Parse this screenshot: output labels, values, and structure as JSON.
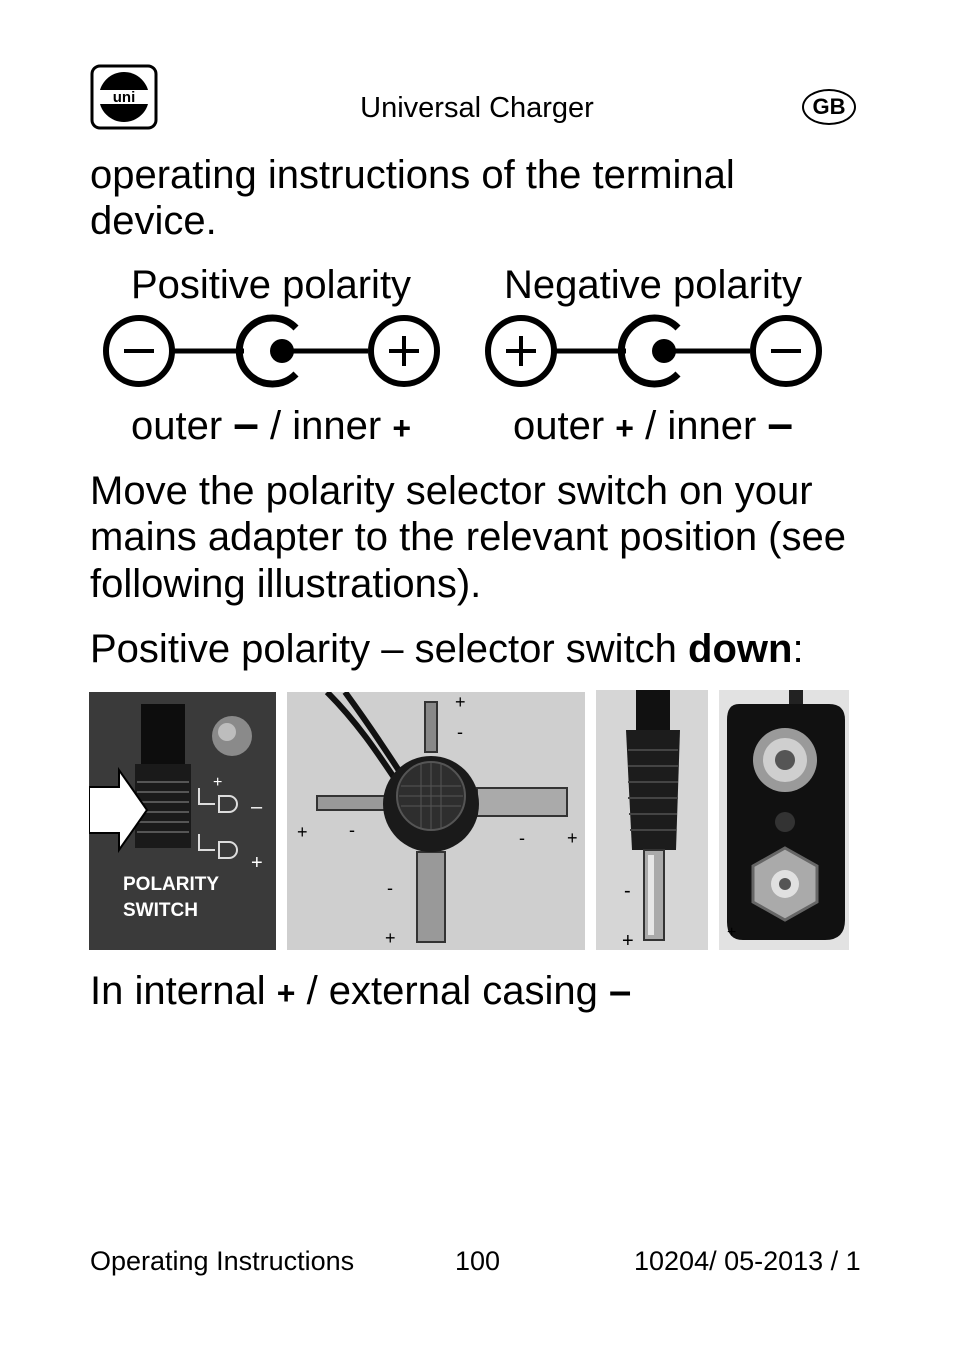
{
  "header": {
    "logo_text": "uni",
    "title": "Universal Charger",
    "lang_badge": "GB"
  },
  "intro_text": {
    "line1": "operating instructions of the terminal",
    "line2": "device."
  },
  "polarity": {
    "positive": {
      "heading": "Positive polarity",
      "outer_word": "outer",
      "outer_sign": "–",
      "sep": "/ inner",
      "inner_sign": "+"
    },
    "negative": {
      "heading": "Negative polarity",
      "outer_word": "outer",
      "outer_sign": "+",
      "sep": "/ inner",
      "inner_sign": "–"
    }
  },
  "instruction": {
    "line1": "Move the polarity selector switch on your",
    "line2": "mains adapter to the relevant position (see",
    "line3": "following illustrations)."
  },
  "selector": {
    "prefix": "Positive polarity – selector switch ",
    "emphasis": "down",
    "suffix": ":"
  },
  "photos": {
    "switch_label_1": "POLARITY",
    "switch_label_2": "SWITCH",
    "switch_plus": "+",
    "switch_minus": "–",
    "plus": "+",
    "minus": "-"
  },
  "casing": {
    "prefix": "In internal ",
    "plus": "+",
    "middle": " / external casing ",
    "minus": "–"
  },
  "footer": {
    "left": "Operating Instructions",
    "page": "100",
    "right": "10204/ 05-2013 / 1"
  },
  "colors": {
    "text": "#000000",
    "photo_dark": "#2a2a2a",
    "photo_light": "#d8d8d8"
  }
}
